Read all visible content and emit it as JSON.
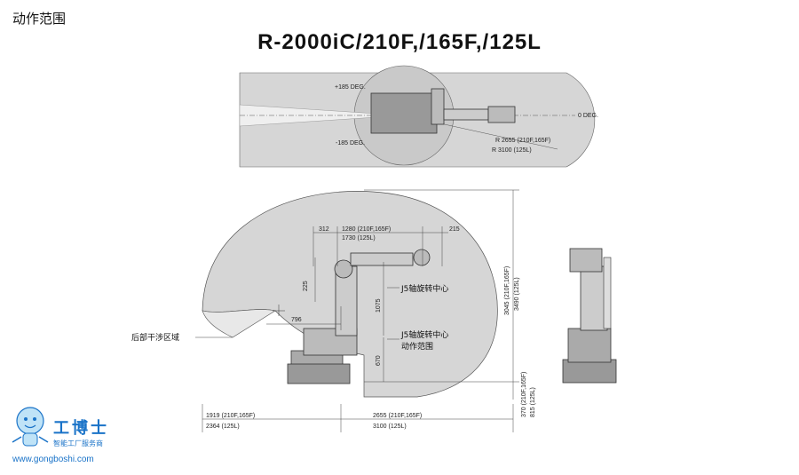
{
  "header": {
    "section_title": "动作范围",
    "model_title": "R-2000iC/210F,/165F,/125L"
  },
  "top_view": {
    "angle_pos": "+185 DEG.",
    "angle_neg": "-185 DEG.",
    "angle_zero": "0 DEG.",
    "radius_1": "R 2655  (210F,165F)",
    "radius_2": "R 3100  (125L)"
  },
  "side_view": {
    "dim_312": "312",
    "dim_1280": "1280  (210F,165F)",
    "dim_1730": "1730  (125L)",
    "dim_215": "215",
    "dim_225": "225",
    "dim_1075": "1075",
    "dim_670": "670",
    "dim_796": "796",
    "dim_1919": "1919  (210F,165F)",
    "dim_2364": "2364  (125L)",
    "dim_2655": "2655  (210F,165F)",
    "dim_3100": "3100  (125L)",
    "dim_3045": "3045  (210F,165F)",
    "dim_3490": "3490  (125L)",
    "dim_370": "370  (210F,165F)",
    "dim_815": "815  (125L)",
    "label_j5_center": "J5轴旋转中心",
    "label_j5_range_1": "J5轴旋转中心",
    "label_j5_range_2": "动作范围",
    "label_rear": "后部干涉区域"
  },
  "logo": {
    "name": "工博士",
    "subtitle": "智能工厂服务商",
    "url": "www.gongboshi.com"
  },
  "colors": {
    "range_fill": "#d6d6d6",
    "line": "#333333",
    "logo_blue": "#1a73c8"
  }
}
